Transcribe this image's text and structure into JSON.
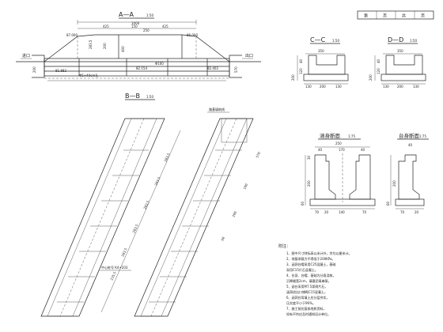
{
  "title_block": [
    "第",
    "页",
    "共",
    "页"
  ],
  "views": {
    "aa": {
      "title": "A—A",
      "scale": "1:50",
      "dims": {
        "total": "1000",
        "seg_left": "425",
        "seg_right": "425",
        "seg_mid": "150",
        "deck": "250",
        "pipe": "Φ100",
        "v1": "200",
        "v2": "283.5",
        "v3": "400",
        "v4": "200",
        "v5": "570",
        "elev_left": "87.000",
        "elev_right": "86.000",
        "elev_mid": "82.154",
        "elev_low": "82.402",
        "elev_ll": "81.882",
        "pipe_note": "Φ5×40cm孔"
      },
      "labels": {
        "left": "进口",
        "right": "出口"
      }
    },
    "bb": {
      "title": "B—B",
      "scale": "1:50",
      "dims": [
        "283.5",
        "283.5",
        "283.5",
        "283.5",
        "283.5",
        "235.5",
        "570",
        "100",
        "200",
        "60"
      ],
      "note_top": "路基填筑线",
      "note_bottom": "中心桩号 K4+203"
    },
    "cc": {
      "title": "C—C",
      "scale": "1:50",
      "dims": {
        "top": "350",
        "h1": "40",
        "h2": "120",
        "b1": "130",
        "b2": "200",
        "b3": "130",
        "h3": "200"
      }
    },
    "dd": {
      "title": "D—D",
      "scale": "1:50",
      "dims": {
        "top": "350",
        "h1": "40",
        "h2": "120",
        "b1": "130",
        "b2": "200",
        "b3": "130",
        "h3": "200"
      }
    },
    "culvert": {
      "title": "涵身断面",
      "scale": "1:75",
      "dims": {
        "top": "250",
        "s1": "40",
        "s2": "170",
        "s3": "40",
        "h1": "30",
        "h2": "200",
        "h3": "60",
        "b1": "70",
        "b2": "140",
        "b3": "70",
        "b4": "20"
      }
    },
    "abut": {
      "title": "台身断面",
      "scale": "1:75",
      "dims": {
        "top": "40",
        "h1": "200",
        "h2": "60",
        "b1": "70",
        "b2": "20"
      }
    }
  },
  "notes": {
    "heading": "附注：",
    "lines": [
      "1、图中尺寸除标高以米计外，余均以厘米计。",
      "2、地基承载力不得低于200KPa。",
      "3、涵洞台帽采用C25混凝土，基础",
      "   采用C15片石混凝土。",
      "4、台身、台帽、基础为分段浇筑，",
      "   沉降缝宽2cm，填塞沥青麻絮。",
      "5、涵台采用M7.5浆砌片石，",
      "   涵洞进出口铺砌C15混凝土。",
      "6、涵洞台背填土应分层夯实，",
      "   压实度不小于96%。",
      "7、施工前应复核地质资料，",
      "   如有不符应及时通知设计单位。"
    ]
  }
}
